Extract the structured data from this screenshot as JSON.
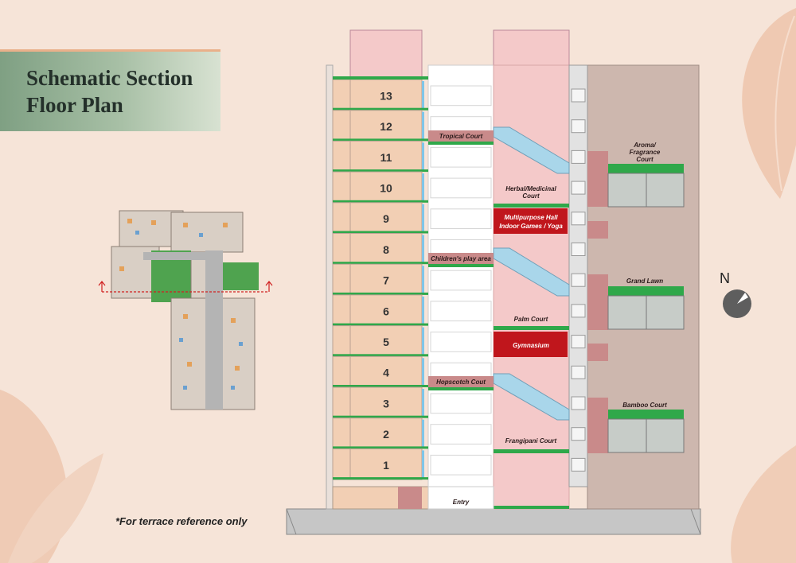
{
  "title": {
    "line1": "Schematic Section",
    "line2": "Floor Plan"
  },
  "note": "*For terrace reference only",
  "compass": {
    "label": "N"
  },
  "floors": [
    "13",
    "12",
    "11",
    "10",
    "9",
    "8",
    "7",
    "6",
    "5",
    "4",
    "3",
    "2",
    "1"
  ],
  "labels": {
    "tropical": "Tropical Court",
    "herbal1": "Herbal/Medicinal",
    "herbal2": "Court",
    "multi1": "Multipurpose Hall",
    "multi2": "Indoor Games / Yoga",
    "childrens": "Children's play area",
    "palm": "Palm Court",
    "gym": "Gymnasium",
    "hopscotch": "Hopscotch Cout",
    "frangipani": "Frangipani Court",
    "entry": "Entry",
    "aroma1": "Aroma/",
    "aroma2": "Fragrance",
    "aroma3": "Court",
    "grandlawn": "Grand Lawn",
    "bamboo": "Bamboo Court"
  },
  "colors": {
    "background": "#f6e4d8",
    "tower_pink": "#f4c9c9",
    "floor_tan": "#f2cfb4",
    "green": "#2fa84a",
    "red": "#c0161c",
    "mauve": "#c98a8a",
    "terrace_grey": "#cdb7ae"
  }
}
